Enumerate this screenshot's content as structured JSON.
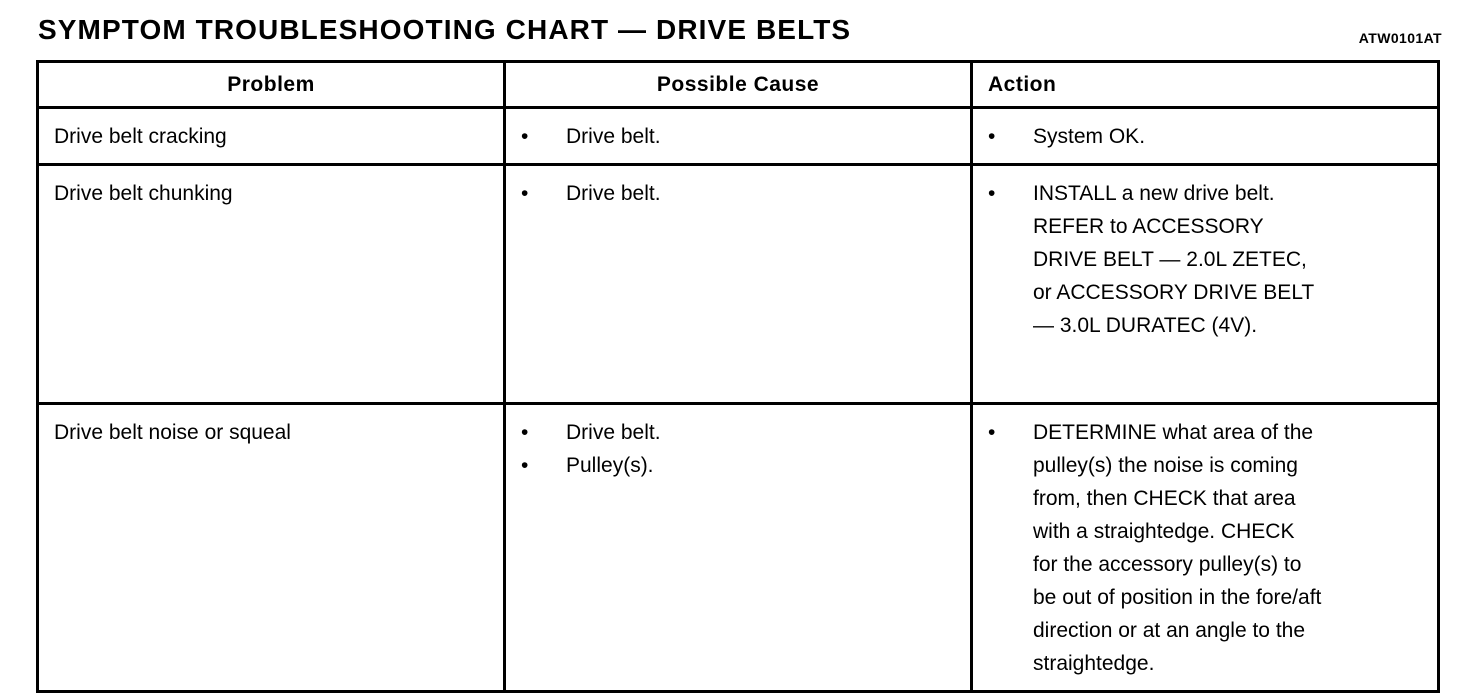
{
  "document": {
    "title": "SYMPTOM TROUBLESHOOTING CHART — DRIVE BELTS",
    "code": "ATW0101AT",
    "bullet_glyph": "•",
    "colors": {
      "ink": "#000000",
      "paper": "#ffffff"
    }
  },
  "table": {
    "columns": [
      {
        "label": "Problem",
        "align": "center"
      },
      {
        "label": "Possible Cause",
        "align": "center"
      },
      {
        "label": "Action",
        "align": "left"
      }
    ],
    "rows": [
      {
        "problem": "Drive belt cracking",
        "causes": [
          {
            "lines": [
              "Drive belt."
            ]
          }
        ],
        "actions": [
          {
            "lines": [
              "System OK."
            ]
          }
        ]
      },
      {
        "problem": "Drive belt chunking",
        "causes": [
          {
            "lines": [
              "Drive belt."
            ]
          }
        ],
        "actions": [
          {
            "lines": [
              "INSTALL a new drive belt.",
              "REFER to ACCESSORY",
              "DRIVE BELT — 2.0L ZETEC,",
              "or ACCESSORY DRIVE BELT",
              "— 3.0L DURATEC (4V)."
            ]
          }
        ]
      },
      {
        "problem": "Drive belt noise or squeal",
        "causes": [
          {
            "lines": [
              "Drive belt."
            ]
          },
          {
            "lines": [
              "Pulley(s)."
            ]
          }
        ],
        "actions": [
          {
            "lines": [
              "DETERMINE what area of the",
              "pulley(s) the noise is coming",
              "from, then CHECK that area",
              "with a straightedge.  CHECK",
              "for the accessory pulley(s) to",
              "be out of position in the fore/aft",
              "direction or at an angle to the",
              "straightedge."
            ]
          }
        ]
      }
    ]
  }
}
